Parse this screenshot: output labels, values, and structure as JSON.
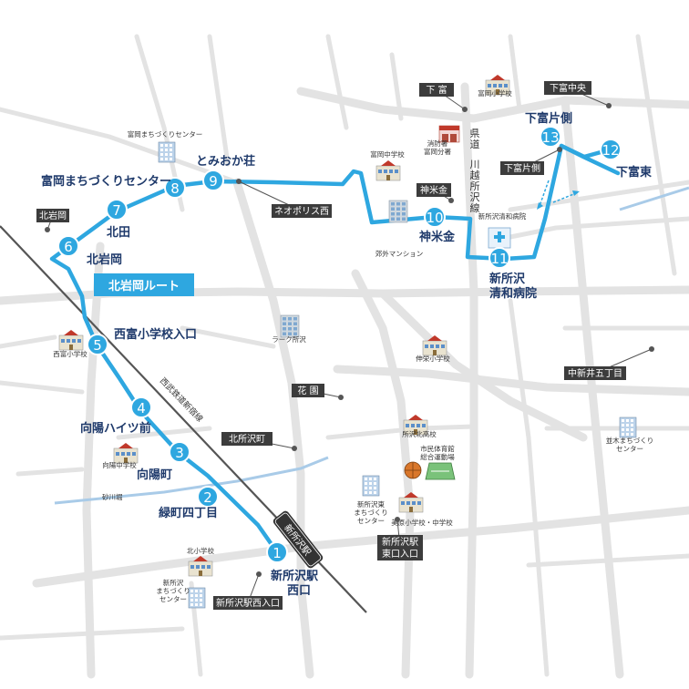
{
  "route_name": "北岩岡ルート",
  "colors": {
    "route": "#2ea7e0",
    "stop": "#2ea7e0",
    "label_box": "#3c3c3c",
    "road": "#e3e3e3",
    "rail": "#555555",
    "river": "#a9cbe8"
  },
  "stops": [
    {
      "number": "1",
      "name_lines": [
        "新所沢駅",
        "西口"
      ]
    },
    {
      "number": "2",
      "name_lines": [
        "緑町四丁目"
      ]
    },
    {
      "number": "3",
      "name_lines": [
        "向陽町"
      ]
    },
    {
      "number": "4",
      "name_lines": [
        "向陽ハイツ前"
      ]
    },
    {
      "number": "5",
      "name_lines": [
        "西富小学校入口"
      ]
    },
    {
      "number": "6",
      "name_lines": [
        "北岩岡"
      ]
    },
    {
      "number": "7",
      "name_lines": [
        "北田"
      ]
    },
    {
      "number": "8",
      "name_lines": [
        "富岡まちづくりセンター"
      ]
    },
    {
      "number": "9",
      "name_lines": [
        "とみおか荘"
      ]
    },
    {
      "number": "10",
      "name_lines": [
        "神米金"
      ]
    },
    {
      "number": "11",
      "name_lines": [
        "新所沢",
        "清和病院"
      ]
    },
    {
      "number": "12",
      "name_lines": [
        "下富東"
      ]
    },
    {
      "number": "13",
      "name_lines": [
        "下富片側"
      ]
    }
  ],
  "intersections": [
    {
      "lines": [
        "北岩岡"
      ]
    },
    {
      "lines": [
        "ネオポリス西"
      ]
    },
    {
      "lines": [
        "下 富"
      ]
    },
    {
      "lines": [
        "下富中央"
      ]
    },
    {
      "lines": [
        "下富片側"
      ]
    },
    {
      "lines": [
        "神米金"
      ]
    },
    {
      "lines": [
        "中新井五丁目"
      ]
    },
    {
      "lines": [
        "花 園"
      ]
    },
    {
      "lines": [
        "北所沢町"
      ]
    },
    {
      "lines": [
        "新所沢駅",
        "東口入口"
      ]
    },
    {
      "lines": [
        "新所沢駅西入口"
      ]
    }
  ],
  "facilities": [
    {
      "lines": [
        "富岡まちづくりセンター"
      ],
      "icon": "office-building-icon"
    },
    {
      "lines": [
        "富岡中学校"
      ],
      "icon": "school-icon"
    },
    {
      "lines": [
        "富岡小学校"
      ],
      "icon": "school-icon"
    },
    {
      "lines": [
        "消防署",
        "富岡分署"
      ],
      "icon": "fire-station-icon"
    },
    {
      "lines": [
        "郊外マンション"
      ],
      "icon": "apartment-icon"
    },
    {
      "lines": [
        "新所沢清和病院"
      ],
      "icon": "hospital-icon"
    },
    {
      "lines": [
        "西富小学校"
      ],
      "icon": "school-icon"
    },
    {
      "lines": [
        "ラーク所沢"
      ],
      "icon": "apartment-icon"
    },
    {
      "lines": [
        "伸栄小学校"
      ],
      "icon": "school-icon"
    },
    {
      "lines": [
        "所沢北高校"
      ],
      "icon": "school-icon"
    },
    {
      "lines": [
        "市民体育館",
        "総合運動場"
      ],
      "icon": "sports-icon"
    },
    {
      "lines": [
        "並木まちづくり",
        "センター"
      ],
      "icon": "office-building-icon"
    },
    {
      "lines": [
        "向陽中学校"
      ],
      "icon": "school-icon"
    },
    {
      "lines": [
        "新所沢東",
        "まちづくり",
        "センター"
      ],
      "icon": "office-building-icon"
    },
    {
      "lines": [
        "美原小学校・中学校"
      ],
      "icon": "school-icon"
    },
    {
      "lines": [
        "北小学校"
      ],
      "icon": "school-icon"
    },
    {
      "lines": [
        "新所沢",
        "まちづくり",
        "センター"
      ],
      "icon": "office-building-icon"
    }
  ],
  "railway_label": "西武鉄道新宿線",
  "station_label": "新所沢駅",
  "road_label": "県道 川越所沢線",
  "river_label": "砂川堀"
}
